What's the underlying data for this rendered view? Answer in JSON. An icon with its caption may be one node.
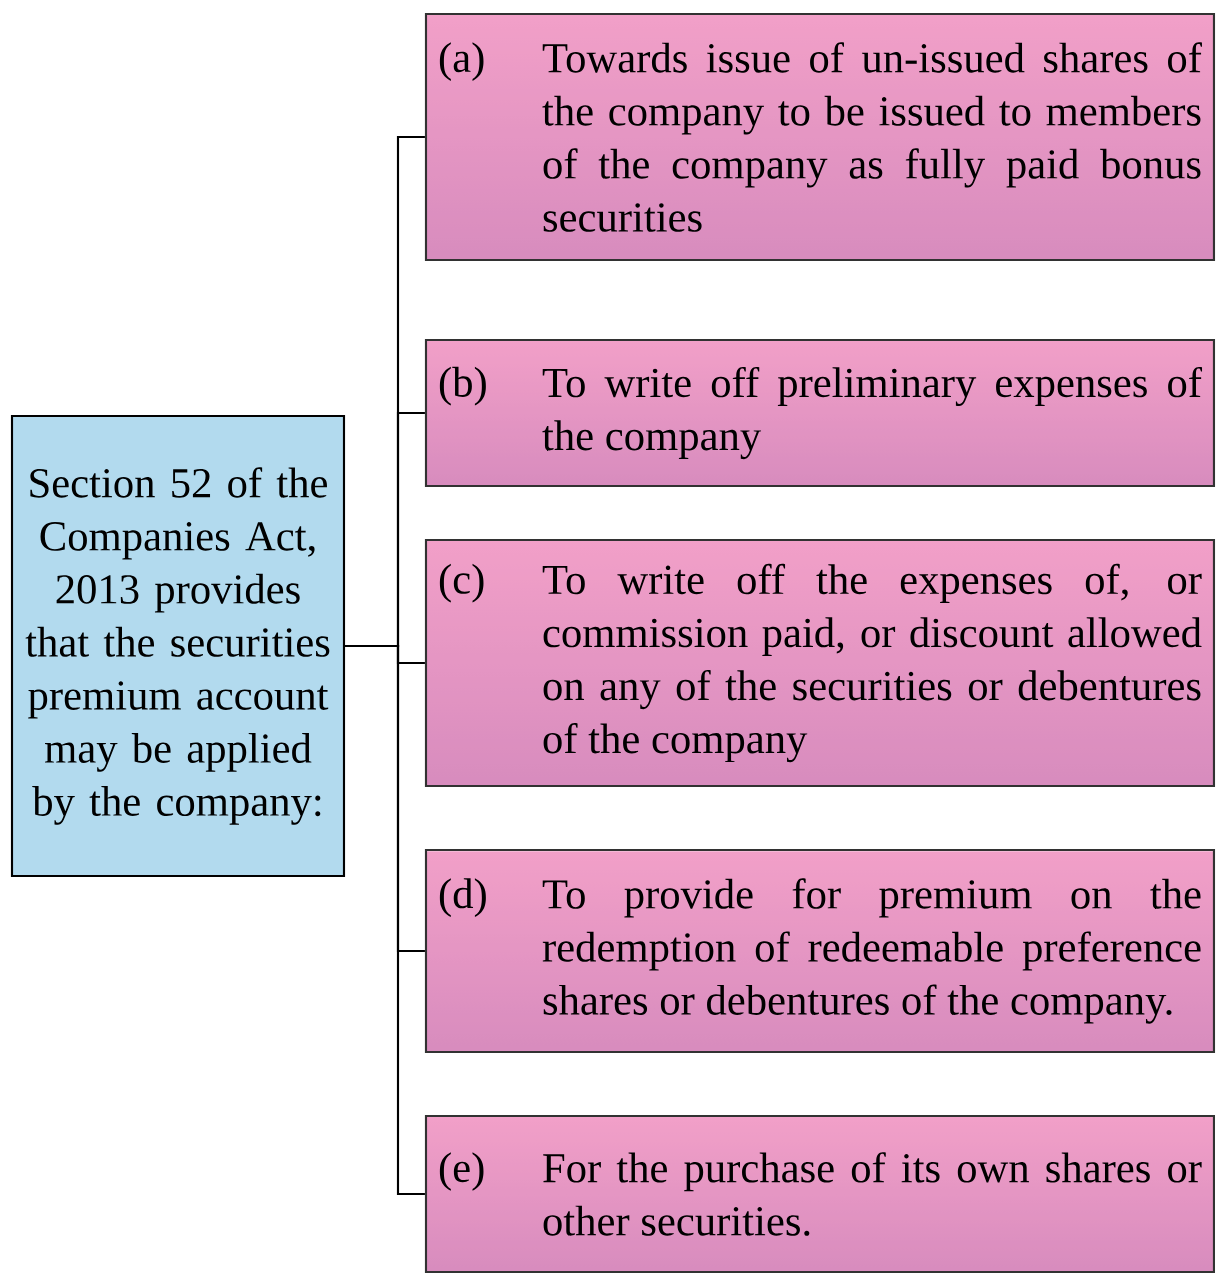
{
  "diagram": {
    "nodes": [
      {
        "text": [
          "Section 52 of the Companies Act, 2013 provides that the securities premium account may be applied by the company:"
        ]
      },
      {
        "text": [
          "(a)",
          "Towards issue of un-issued shares of the company to be issued to members of the company as fully paid bonus securities"
        ]
      },
      {
        "text": [
          "(b)",
          "To write off preliminary expenses of the company"
        ]
      },
      {
        "text": [
          "(c)",
          "To write off the expenses of, or commission paid, or discount allowed on any of the securities or debentures of the company"
        ]
      },
      {
        "text": [
          "(d)",
          "To provide for premium on the redemption of redeemable preference shares or debentures of the company."
        ]
      },
      {
        "text": [
          "(e)",
          "For the purchase of its own shares or other securities."
        ]
      }
    ],
    "edges": [
      {
        "from": 0,
        "to": 1,
        "arrow": "none"
      },
      {
        "from": 0,
        "to": 2,
        "arrow": "none"
      },
      {
        "from": 0,
        "to": 3,
        "arrow": "none"
      },
      {
        "from": 0,
        "to": 4,
        "arrow": "none"
      },
      {
        "from": 0,
        "to": 5,
        "arrow": "none"
      }
    ]
  }
}
